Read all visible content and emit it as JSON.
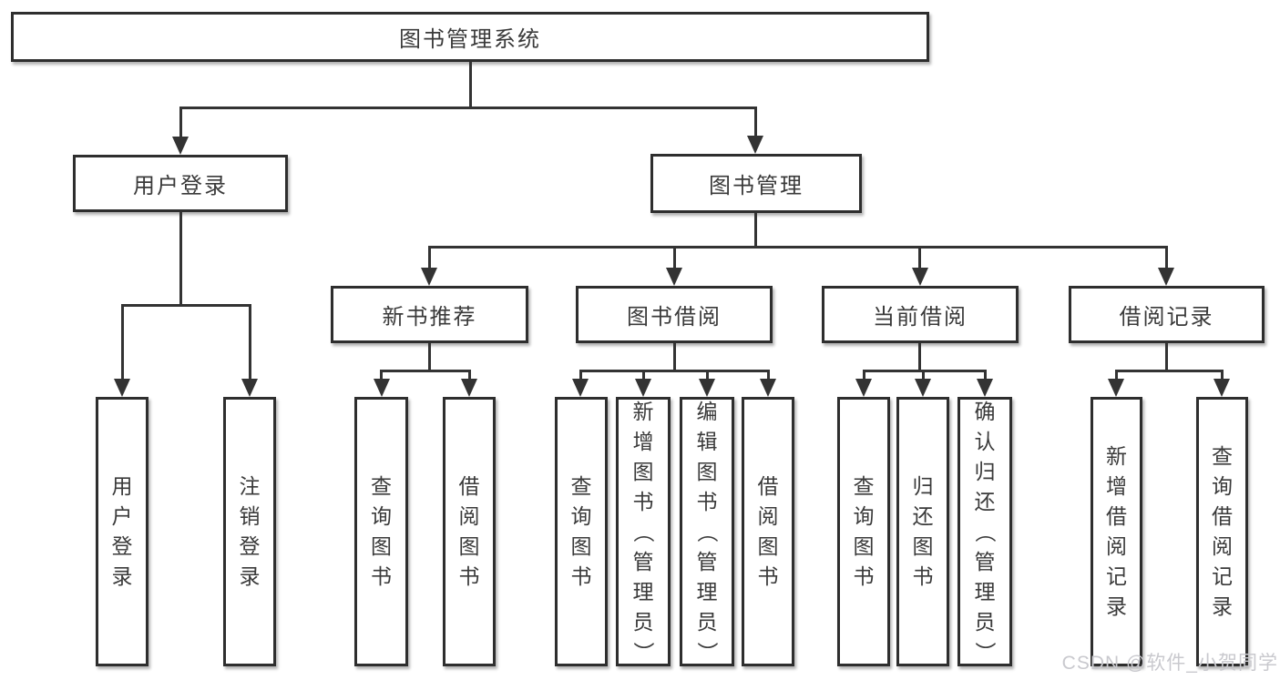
{
  "diagram": {
    "title": "图书管理系统",
    "level2": {
      "user_login": "用户登录",
      "book_mgmt": "图书管理"
    },
    "level3": {
      "new_book_recommend": "新书推荐",
      "book_borrow": "图书借阅",
      "current_borrow": "当前借阅",
      "borrow_records": "借阅记录"
    },
    "leaves": {
      "user": [
        "用户登录",
        "注销登录"
      ],
      "recommend": [
        "查询图书",
        "借阅图书"
      ],
      "borrow": [
        "查询图书",
        "新增图书（管理员）",
        "编辑图书（管理员）",
        "借阅图书"
      ],
      "current": [
        "查询图书",
        "归还图书",
        "确认归还（管理员）"
      ],
      "records": [
        "新增借阅记录",
        "查询借阅记录"
      ]
    },
    "colors": {
      "line": "#333333",
      "box_border": "#2e2e2e",
      "text": "#3a3a3a",
      "background": "#ffffff"
    }
  },
  "watermark": {
    "text": "CSDN @软件_小贺同学",
    "color": "#c9c9ce"
  }
}
